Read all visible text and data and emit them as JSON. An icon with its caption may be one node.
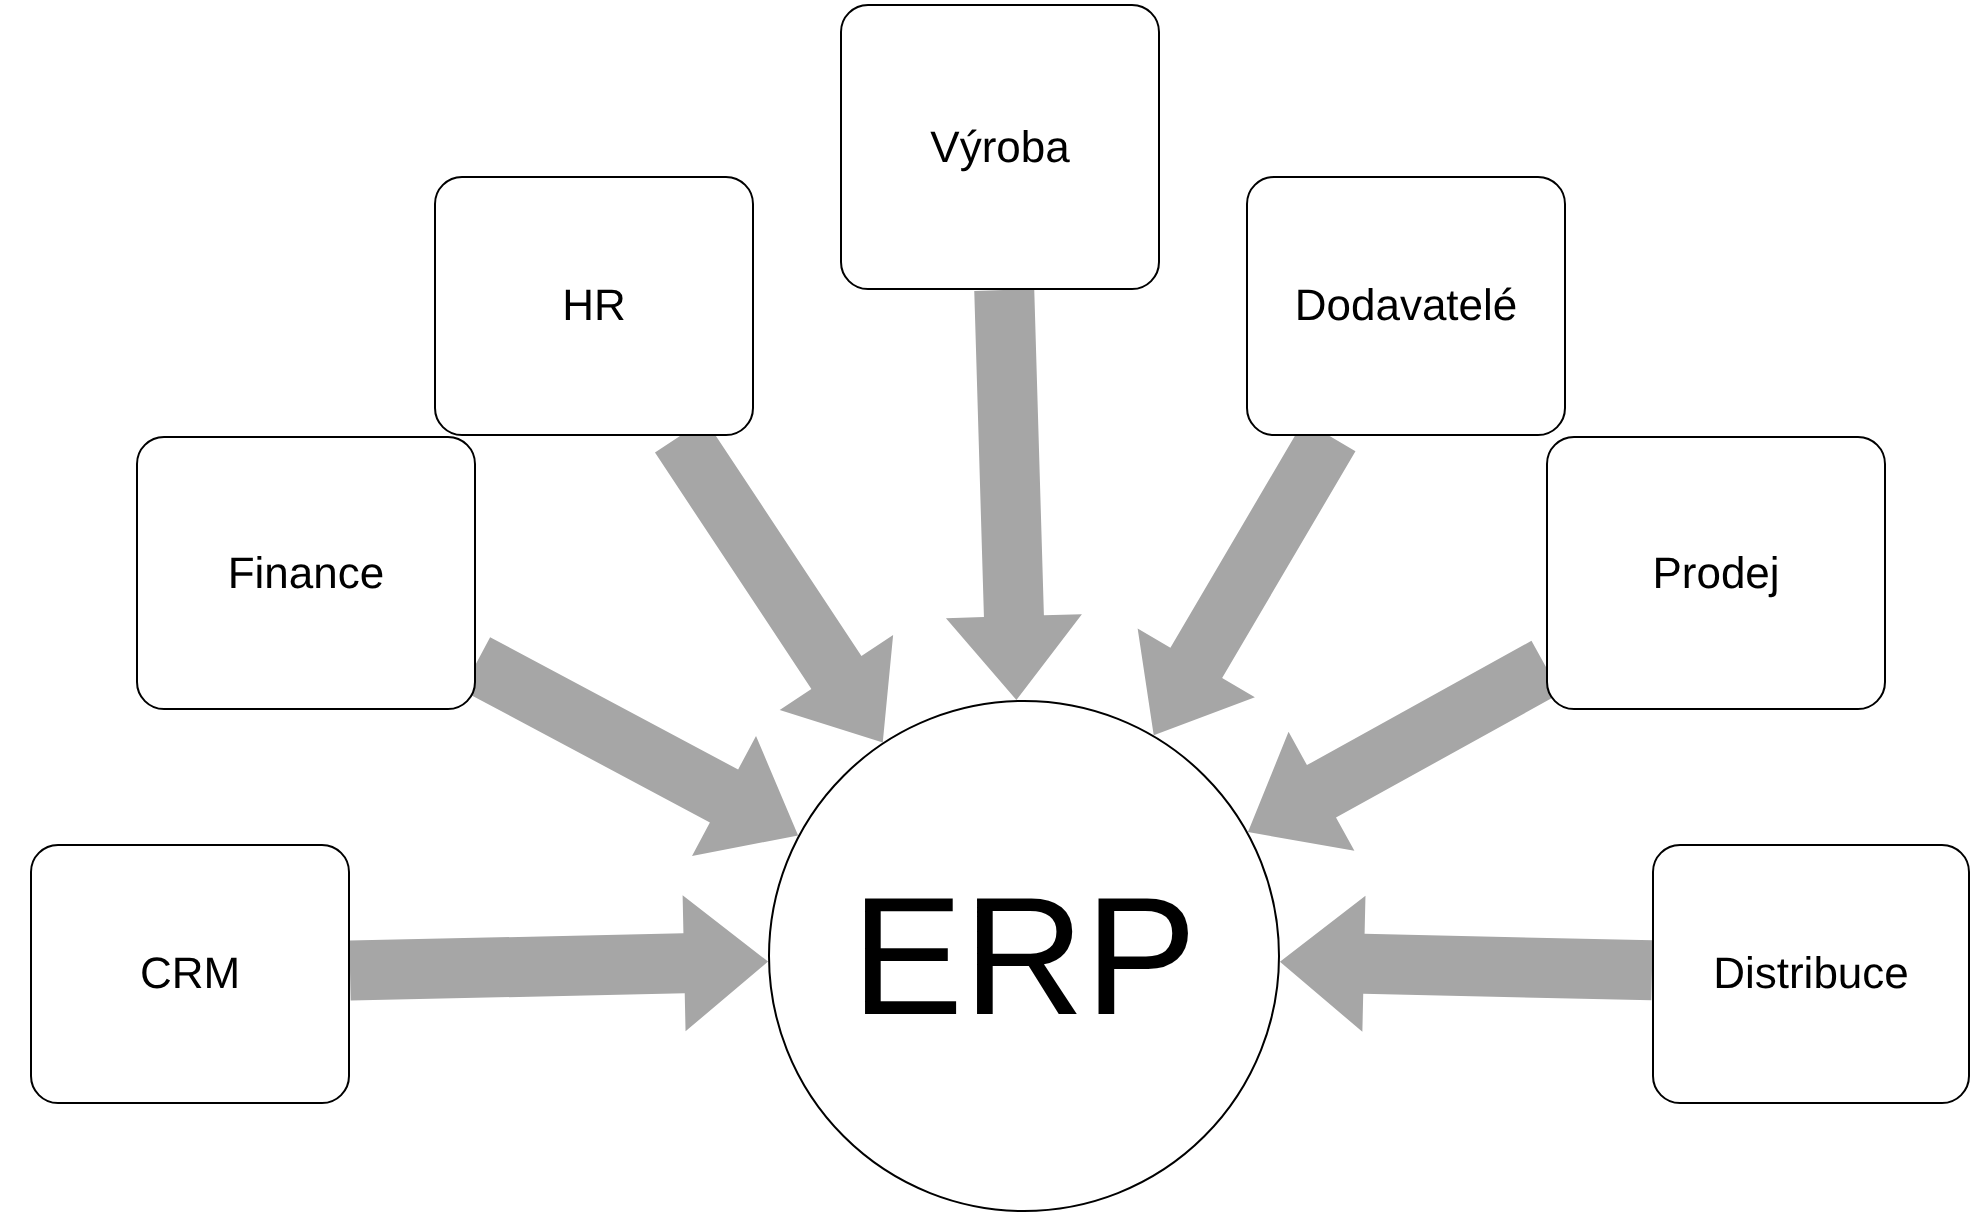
{
  "diagram": {
    "nodes": [
      {
        "text": [
          "ERP"
        ]
      },
      {
        "text": [
          "CRM"
        ]
      },
      {
        "text": [
          "Finance"
        ]
      },
      {
        "text": [
          "HR"
        ]
      },
      {
        "text": [
          "Výroba"
        ]
      },
      {
        "text": [
          "Dodavatelé"
        ]
      },
      {
        "text": [
          "Prodej"
        ]
      },
      {
        "text": [
          "Distribuce"
        ]
      }
    ],
    "edges": [
      {
        "from": 1,
        "to": 0,
        "arrow": "to"
      },
      {
        "from": 2,
        "to": 0,
        "arrow": "to"
      },
      {
        "from": 3,
        "to": 0,
        "arrow": "to"
      },
      {
        "from": 4,
        "to": 0,
        "arrow": "to"
      },
      {
        "from": 5,
        "to": 0,
        "arrow": "to"
      },
      {
        "from": 6,
        "to": 0,
        "arrow": "to"
      },
      {
        "from": 7,
        "to": 0,
        "arrow": "to"
      }
    ]
  }
}
